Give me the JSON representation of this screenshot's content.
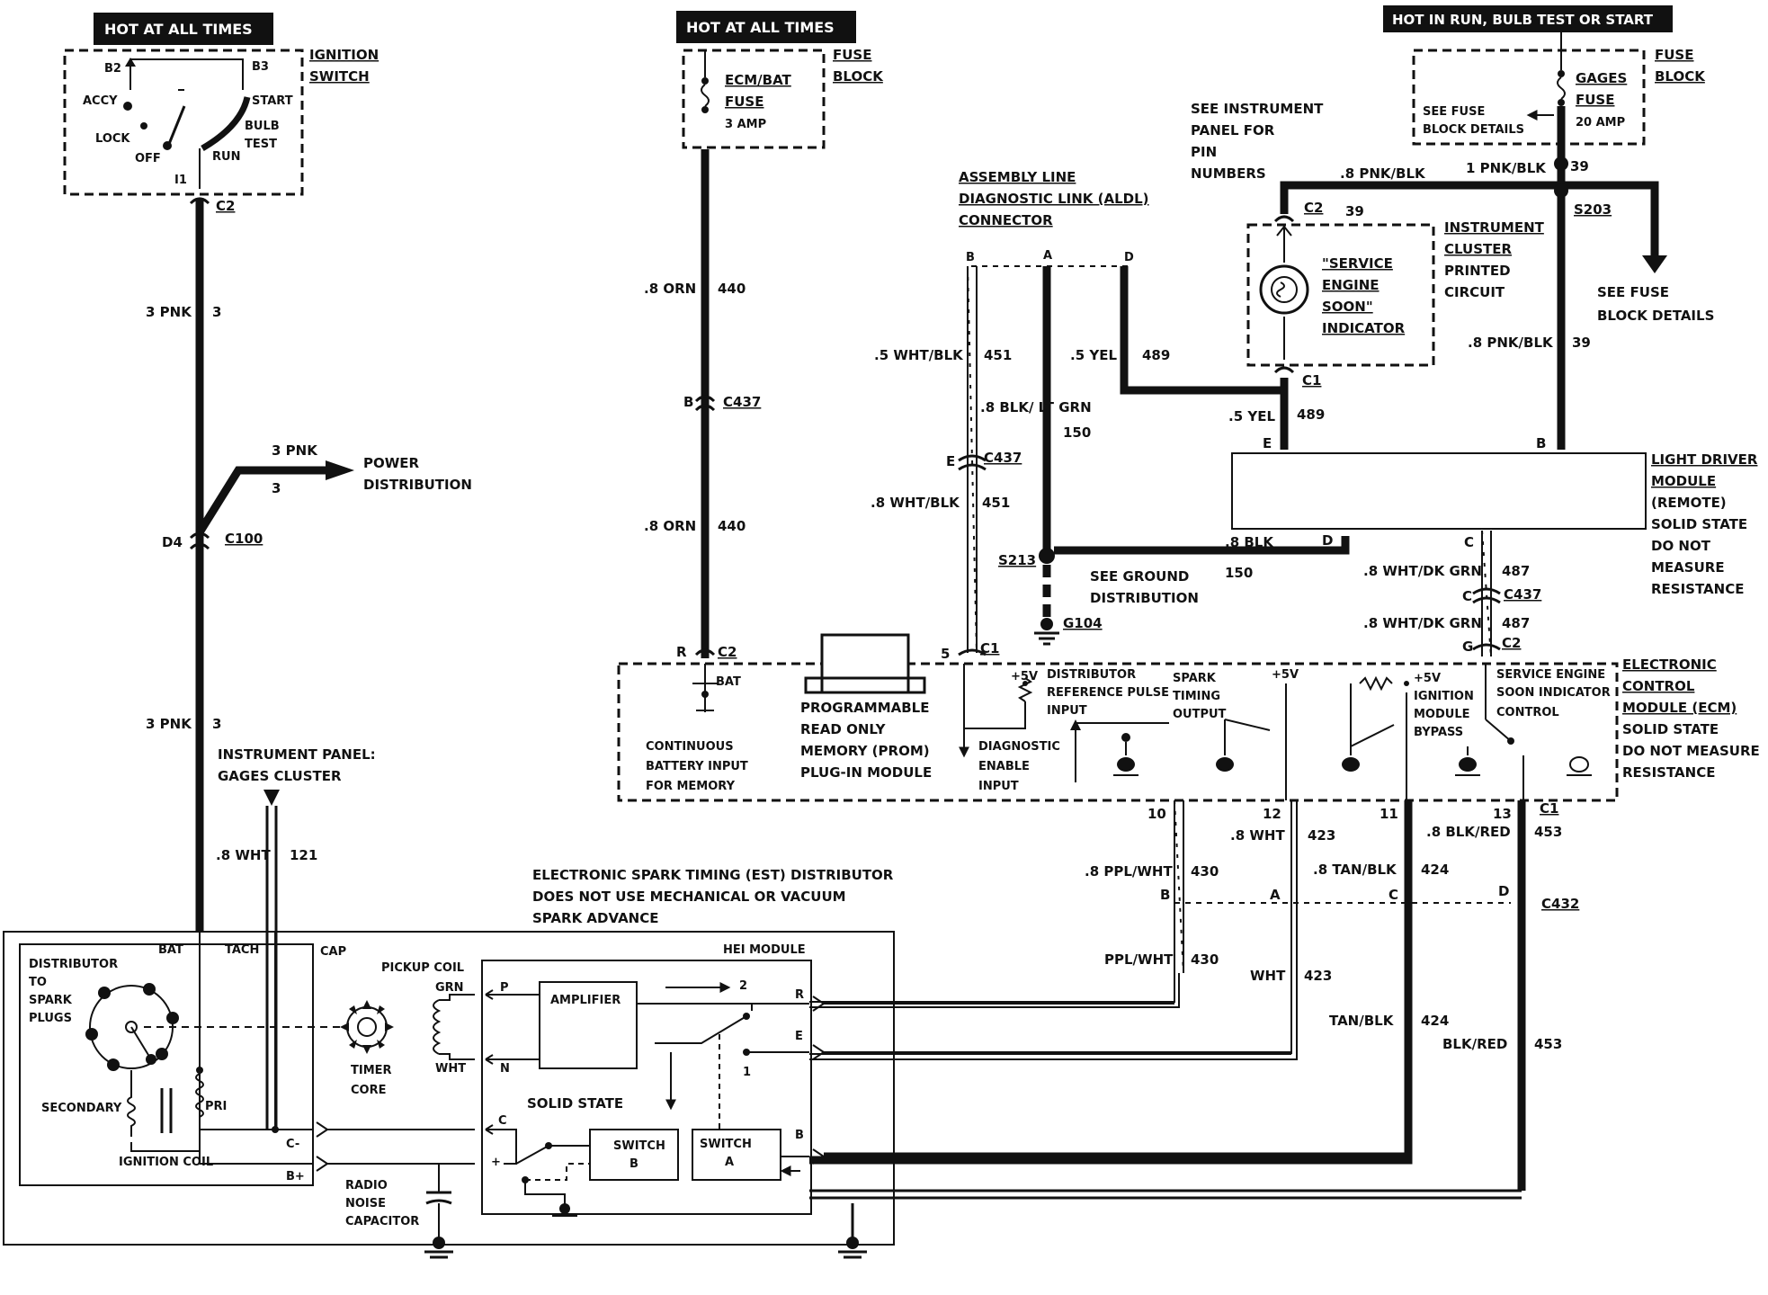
{
  "headers": {
    "h1": "HOT AT ALL TIMES",
    "h2": "HOT AT ALL TIMES",
    "h3": "HOT IN RUN, BULB TEST OR START"
  },
  "ignition": {
    "title1": "IGNITION",
    "title2": "SWITCH",
    "b2": "B2",
    "b3": "B3",
    "accy": "ACCY",
    "lock": "LOCK",
    "off": "OFF",
    "run": "RUN",
    "start": "START",
    "bulb": "BULB",
    "test": "TEST",
    "i1": "I1"
  },
  "fuse1": {
    "l1": "ECM/BAT",
    "l2": "FUSE",
    "l3": "3 AMP",
    "block1": "FUSE",
    "block2": "BLOCK"
  },
  "fuse2": {
    "l1": "GAGES",
    "l2": "FUSE",
    "l3": "20 AMP",
    "see1": "SEE FUSE",
    "see2": "BLOCK DETAILS",
    "block1": "FUSE",
    "block2": "BLOCK"
  },
  "aldl": {
    "l1": "ASSEMBLY LINE",
    "l2": "DIAGNOSTIC LINK (ALDL)",
    "l3": "CONNECTOR",
    "pinB": "B",
    "pinA": "A",
    "pinD": "D"
  },
  "instr_note": {
    "l1": "SEE INSTRUMENT",
    "l2": "PANEL FOR",
    "l3": "PIN",
    "l4": "NUMBERS"
  },
  "indicator": {
    "l1": "\"SERVICE",
    "l2": "ENGINE",
    "l3": "SOON\"",
    "l4": "INDICATOR"
  },
  "cluster": {
    "l1": "INSTRUMENT",
    "l2": "CLUSTER",
    "l3": "PRINTED",
    "l4": "CIRCUIT"
  },
  "see_fuse": {
    "l1": "SEE FUSE",
    "l2": "BLOCK DETAILS"
  },
  "ldm": {
    "l1": "LIGHT DRIVER",
    "l2": "MODULE",
    "l3": "(REMOTE)",
    "l4": "SOLID STATE",
    "l5": "DO NOT",
    "l6": "MEASURE",
    "l7": "RESISTANCE",
    "pinE": "E",
    "pinB": "B",
    "pinD": "D",
    "pinC": "C"
  },
  "ecm": {
    "l1": "ELECTRONIC",
    "l2": "CONTROL",
    "l3": "MODULE (ECM)",
    "l4": "SOLID STATE",
    "l5": "DO NOT MEASURE",
    "l6": "RESISTANCE",
    "bat": "BAT",
    "cont1": "CONTINUOUS",
    "cont2": "BATTERY INPUT",
    "cont3": "FOR MEMORY",
    "prom1": "PROGRAMMABLE",
    "prom2": "READ ONLY",
    "prom3": "MEMORY (PROM)",
    "prom4": "PLUG-IN MODULE",
    "diag1": "DIAGNOSTIC",
    "diag2": "ENABLE",
    "diag3": "INPUT",
    "dist1": "DISTRIBUTOR",
    "dist2": "REFERENCE PULSE",
    "dist3": "INPUT",
    "spark1": "SPARK",
    "spark2": "TIMING",
    "spark3": "OUTPUT",
    "ign1": "+5V",
    "ign2": "IGNITION",
    "ign3": "MODULE",
    "ign4": "BYPASS",
    "ses1": "SERVICE ENGINE",
    "ses2": "SOON INDICATOR",
    "ses3": "CONTROL",
    "v5a": "+5V",
    "v5b": "+5V"
  },
  "est": {
    "l1": "ELECTRONIC SPARK TIMING (EST) DISTRIBUTOR",
    "l2": "DOES NOT USE MECHANICAL OR VACUUM",
    "l3": "SPARK ADVANCE"
  },
  "distributor": {
    "bat": "BAT",
    "tach": "TACH",
    "cap": "CAP",
    "d1": "DISTRIBUTOR",
    "d2": "TO",
    "d3": "SPARK",
    "d4": "PLUGS",
    "secondary": "SECONDARY",
    "pri": "PRI",
    "coil": "IGNITION COIL",
    "cminus": "C-",
    "bplus": "B+",
    "pickup": "PICKUP COIL",
    "grn": "GRN",
    "wht": "WHT",
    "timer1": "TIMER",
    "timer2": "CORE",
    "radio1": "RADIO",
    "radio2": "NOISE",
    "radio3": "CAPACITOR"
  },
  "hei": {
    "title": "HEI MODULE",
    "amp": "AMPLIFIER",
    "solid": "SOLID STATE",
    "swb1": "SWITCH",
    "swb2": "B",
    "swa1": "SWITCH",
    "swa2": "A",
    "p": "P",
    "n": "N",
    "c": "C",
    "plus": "+",
    "r": "R",
    "e": "E",
    "b": "B",
    "n2": "2",
    "n1": "1"
  },
  "power": {
    "wire": "3 PNK",
    "num": "3",
    "l1": "POWER",
    "l2": "DISTRIBUTION"
  },
  "gages": {
    "l1": "INSTRUMENT PANEL:",
    "l2": "GAGES CLUSTER"
  },
  "ground_note": {
    "l1": "SEE GROUND",
    "l2": "DISTRIBUTION"
  },
  "wires": [
    {
      "id": "w-3pnk-a",
      "name": "3 PNK",
      "num": "3"
    },
    {
      "id": "w-3pnk-b",
      "name": "3 PNK",
      "num": "3"
    },
    {
      "id": "w-8wht",
      "name": ".8 WHT",
      "num": "121"
    },
    {
      "id": "w-8orn-a",
      "name": ".8 ORN",
      "num": "440"
    },
    {
      "id": "w-8orn-b",
      "name": ".8 ORN",
      "num": "440"
    },
    {
      "id": "w-5whtblk",
      "name": ".5 WHT/BLK",
      "num": "451"
    },
    {
      "id": "w-8blkltgrn",
      "name": ".8 BLK/ LT GRN",
      "num": "150"
    },
    {
      "id": "w-5yel-a",
      "name": ".5 YEL",
      "num": "489"
    },
    {
      "id": "w-5yel-b",
      "name": ".5 YEL",
      "num": "489"
    },
    {
      "id": "w-8whtblk",
      "name": ".8 WHT/BLK",
      "num": "451"
    },
    {
      "id": "w-8blk",
      "name": ".8 BLK",
      "num": "150"
    },
    {
      "id": "w-8pnkblk-a",
      "name": ".8 PNK/BLK",
      "num": ""
    },
    {
      "id": "w-1pnkblk",
      "name": "1 PNK/BLK",
      "num": "39"
    },
    {
      "id": "w-8pnkblk-b",
      "name": ".8 PNK/BLK",
      "num": "39"
    },
    {
      "id": "w-39c2",
      "name": "",
      "num": "39"
    },
    {
      "id": "w-whtdkgrn-a",
      "name": ".8 WHT/DK GRN",
      "num": "487"
    },
    {
      "id": "w-whtdkgrn-b",
      "name": ".8 WHT/DK GRN",
      "num": "487"
    },
    {
      "id": "w-8pplwht",
      "name": ".8 PPL/WHT",
      "num": "430"
    },
    {
      "id": "w-8wht-ecm",
      "name": ".8 WHT",
      "num": "423"
    },
    {
      "id": "w-8tanblk",
      "name": ".8 TAN/BLK",
      "num": "424"
    },
    {
      "id": "w-8blkred",
      "name": ".8 BLK/RED",
      "num": "453"
    },
    {
      "id": "w-pplwht",
      "name": "PPL/WHT",
      "num": "430"
    },
    {
      "id": "w-wht",
      "name": "WHT",
      "num": "423"
    },
    {
      "id": "w-tanblk",
      "name": "TAN/BLK",
      "num": "424"
    },
    {
      "id": "w-blkred",
      "name": "BLK/RED",
      "num": "453"
    }
  ],
  "connectors": {
    "c2_ign": "C2",
    "c437_a": "C437",
    "b_c437": "B",
    "d4": "D4",
    "c100": "C100",
    "r": "R",
    "c2_ecm": "C2",
    "e_c437": "E",
    "c437_b": "C437",
    "five": "5",
    "c1_ecm": "C1",
    "s213": "S213",
    "g104": "G104",
    "c2_clu": "C2",
    "c1_clu": "C1",
    "s203": "S203",
    "c_c437": "C",
    "c437_c": "C437",
    "g_c2": "G",
    "c2_ldm": "C2",
    "ldm_c": "C",
    "p10": "10",
    "p12": "12",
    "p11": "11",
    "p13": "13",
    "c1_bot": "C1",
    "c432": "C432",
    "pb": "B",
    "pa": "A",
    "pc": "C",
    "pd": "D"
  }
}
